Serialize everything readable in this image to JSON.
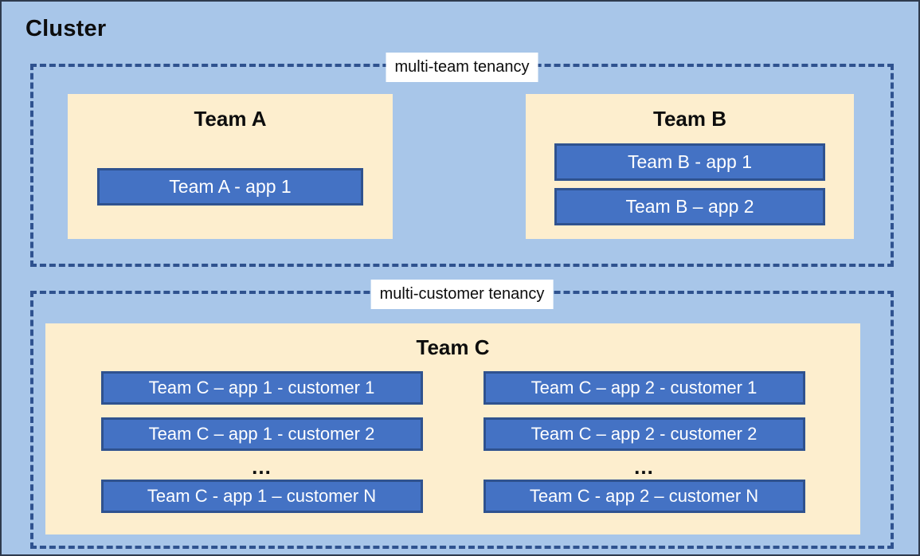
{
  "diagram": {
    "title": "Cluster",
    "background_color": "#a8c6e9",
    "accent_color": "#4472c4",
    "accent_border_color": "#2f528f",
    "team_box_color": "#fdeece",
    "label_text_color": "#0d0d0d"
  },
  "tenancy_groups": [
    {
      "id": "multi-team",
      "label": "multi-team tenancy",
      "teams": [
        {
          "id": "team-a",
          "title": "Team A",
          "apps": [
            "Team A - app 1"
          ]
        },
        {
          "id": "team-b",
          "title": "Team B",
          "apps": [
            "Team B - app 1",
            "Team B – app 2"
          ]
        }
      ]
    },
    {
      "id": "multi-customer",
      "label": "multi-customer tenancy",
      "teams": [
        {
          "id": "team-c",
          "title": "Team C",
          "columns": [
            {
              "id": "team-c-app-1",
              "apps": [
                "Team C – app 1 - customer 1",
                "Team C – app 1 - customer 2"
              ],
              "ellipsis": "...",
              "last_app": "Team C - app 1 – customer N"
            },
            {
              "id": "team-c-app-2",
              "apps": [
                "Team C – app 2 - customer 1",
                "Team C – app 2 - customer 2"
              ],
              "ellipsis": "...",
              "last_app": "Team C - app 2 – customer N"
            }
          ]
        }
      ]
    }
  ]
}
